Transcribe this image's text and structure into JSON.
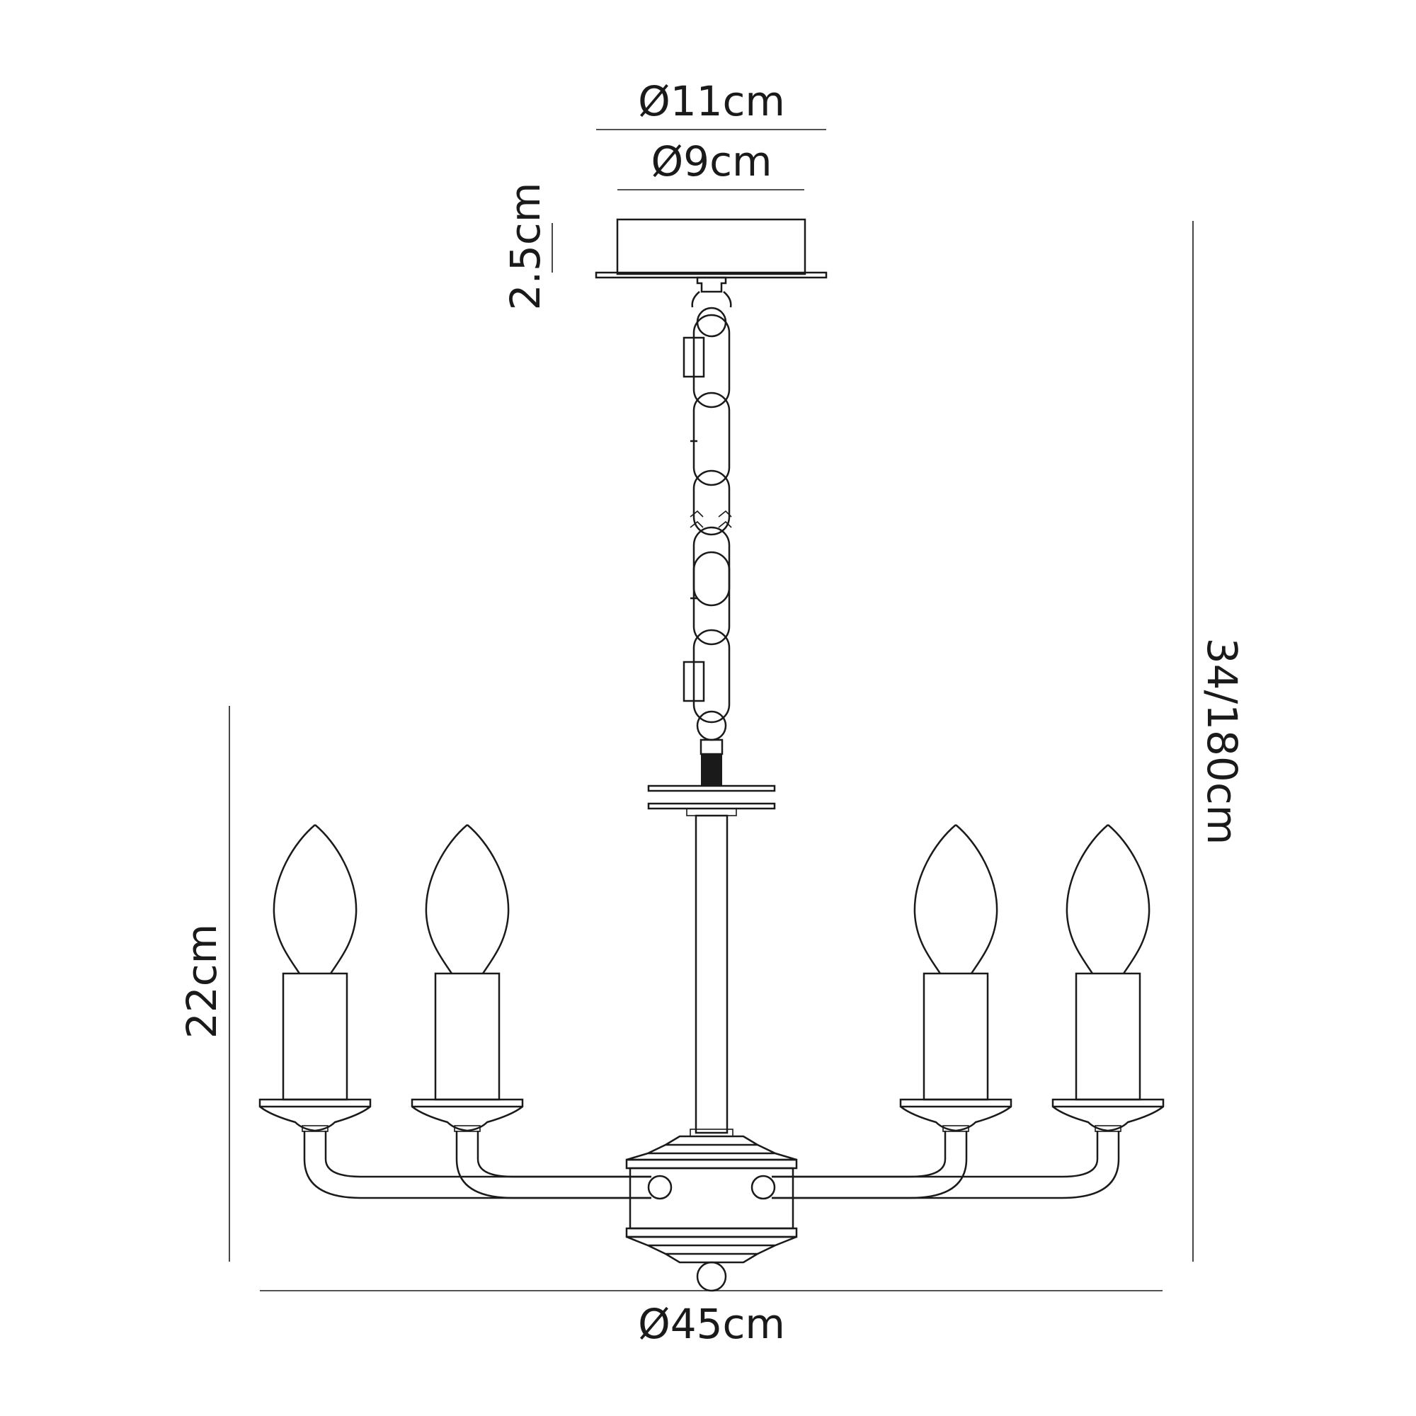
{
  "diagram": {
    "dimensions": {
      "outer_canopy_diameter": "Ø11cm",
      "inner_canopy_diameter": "Ø9cm",
      "canopy_height": "2.5cm",
      "total_drop": "34/180cm",
      "body_height": "22cm",
      "overall_diameter": "Ø45cm"
    },
    "colors": {
      "line": "#1a1a1a",
      "background": "#ffffff"
    }
  }
}
